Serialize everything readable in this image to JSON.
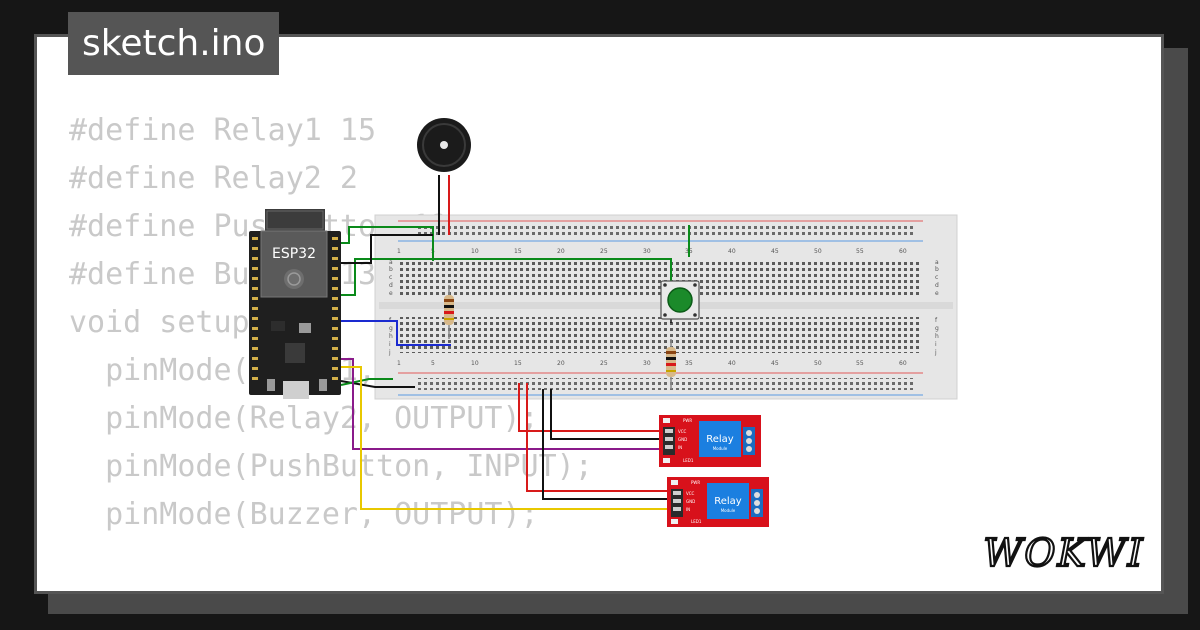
{
  "file": {
    "name": "sketch.ino"
  },
  "code_lines": [
    "#define Relay1 15",
    "#define Relay2 2",
    "#define PushButton 12",
    "#define Buzzer 13",
    "",
    "void setup() {",
    "  pinMode(Relay1, OUTPUT);",
    "  pinMode(Relay2, OUTPUT);",
    "  pinMode(PushButton, INPUT);",
    "  pinMode(Buzzer, OUTPUT);"
  ],
  "board": {
    "label": "ESP32"
  },
  "relay_modules": [
    {
      "label": "Relay",
      "sublabel": "Module",
      "pins": [
        "VCC",
        "GND",
        "IN"
      ],
      "leds": [
        "PWR",
        "LED1"
      ]
    },
    {
      "label": "Relay",
      "sublabel": "Module",
      "pins": [
        "VCC",
        "GND",
        "IN"
      ],
      "leds": [
        "PWR",
        "LED1"
      ]
    }
  ],
  "breadboard": {
    "column_numbers": [
      "1",
      "5",
      "10",
      "15",
      "20",
      "25",
      "30",
      "35",
      "40",
      "45",
      "50",
      "55",
      "60"
    ],
    "row_letters_top": [
      "a",
      "b",
      "c",
      "d",
      "e"
    ],
    "row_letters_bottom": [
      "f",
      "g",
      "h",
      "i",
      "j"
    ]
  },
  "brand": {
    "logo_text": "WOKWI"
  },
  "colors": {
    "background": "#161616",
    "card": "#ffffff",
    "code_text": "#c9c9c9",
    "title_bg": "#555555",
    "esp32": "#1f1f1f",
    "relay_board": "#d8111b",
    "relay_block": "#1b7fe0",
    "button": "#1b8a2a",
    "wire_green": "#0a8a1a",
    "wire_blue": "#1a2ad0",
    "wire_red": "#d81a1a",
    "wire_purple": "#8a1a8a",
    "wire_yellow": "#e8c800"
  }
}
